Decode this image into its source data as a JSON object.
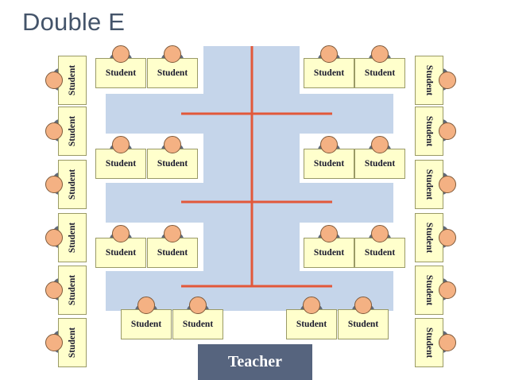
{
  "title": "Double E",
  "desk_label": "Student",
  "teacher_label": "Teacher",
  "colors": {
    "floor": "#c5d5ea",
    "divider": "#e2583a",
    "desk": "#ffffcc",
    "head": "#f4b183",
    "teacher": "#56647e",
    "title": "#44546a"
  },
  "desks": {
    "left_column": [
      "Student",
      "Student",
      "Student",
      "Student",
      "Student",
      "Student"
    ],
    "right_column": [
      "Student",
      "Student",
      "Student",
      "Student",
      "Student",
      "Student"
    ],
    "rows": [
      [
        "Student",
        "Student",
        "Student",
        "Student"
      ],
      [
        "Student",
        "Student",
        "Student",
        "Student"
      ],
      [
        "Student",
        "Student",
        "Student",
        "Student"
      ],
      [
        "Student",
        "Student",
        "Student",
        "Student"
      ]
    ]
  }
}
